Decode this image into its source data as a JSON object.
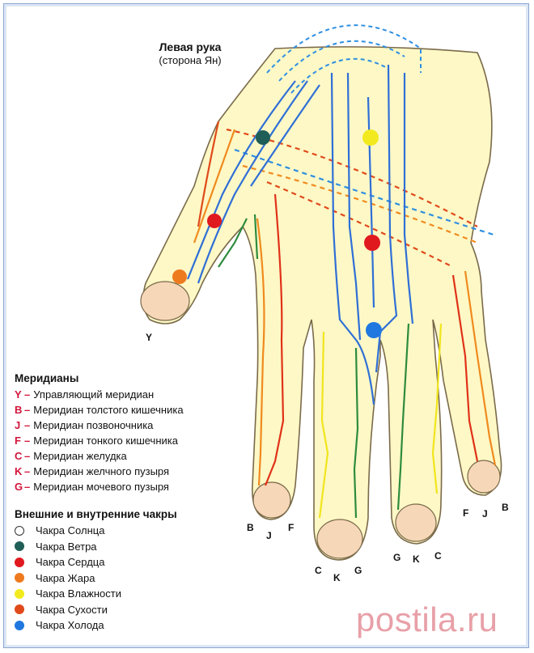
{
  "title": {
    "line1": "Левая рука",
    "line2": "(сторона Ян)"
  },
  "finger_labels": {
    "thumb": "Y",
    "index": [
      "B",
      "J",
      "F"
    ],
    "middle": [
      "C",
      "K",
      "G"
    ],
    "ring": [
      "G",
      "K",
      "C"
    ],
    "little": [
      "F",
      "J",
      "B"
    ]
  },
  "meridians": {
    "heading": "Меридианы",
    "items": [
      {
        "code": "Y",
        "name": "Управляющий меридиан"
      },
      {
        "code": "B",
        "name": "Меридиан толстого кишечника"
      },
      {
        "code": "J",
        "name": "Меридиан позвоночника"
      },
      {
        "code": "F",
        "name": "Меридиан тонкого кишечника"
      },
      {
        "code": "C",
        "name": "Меридиан желудка"
      },
      {
        "code": "K",
        "name": "Меридиан желчного пузыря"
      },
      {
        "code": "G",
        "name": "Меридиан мочевого пузыря"
      }
    ]
  },
  "chakras": {
    "heading": "Внешние и внутренние чакры",
    "items": [
      {
        "name": "Чакра Солнца",
        "color": "#ffffff"
      },
      {
        "name": "Чакра Ветра",
        "color": "#1f5e57"
      },
      {
        "name": "Чакра Сердца",
        "color": "#e0191e"
      },
      {
        "name": "Чакра Жара",
        "color": "#ee7a1e"
      },
      {
        "name": "Чакра Влажности",
        "color": "#f2ea1e"
      },
      {
        "name": "Чакра Сухости",
        "color": "#e04a1a"
      },
      {
        "name": "Чакра Холода",
        "color": "#1f78e0"
      }
    ]
  },
  "watermark": "postila.ru",
  "colors": {
    "skin": "#fdf8c6",
    "nail": "#f6d7b8",
    "blue": "#2f6fd6",
    "red": "#e03218",
    "orange": "#f08a1e",
    "yellow": "#f1e51c",
    "green": "#2e8b3e",
    "accent": "#d2143a"
  }
}
